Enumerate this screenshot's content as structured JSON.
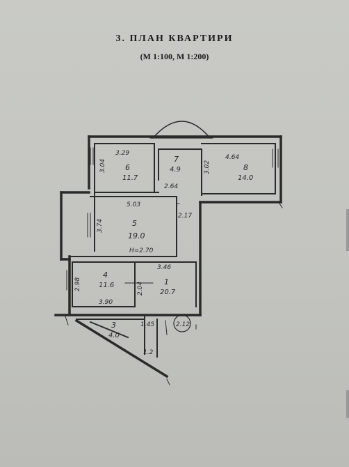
{
  "document": {
    "title": "3. ПЛАН  КВАРТИРИ",
    "subtitle": "(М 1:100, М 1:200)"
  },
  "rooms": [
    {
      "number": "1",
      "area": "20.7"
    },
    {
      "number": "3",
      "area": "4.0"
    },
    {
      "number": "4",
      "area": "11.6"
    },
    {
      "number": "5",
      "area": "19.0"
    },
    {
      "number": "6",
      "area": "11.7"
    },
    {
      "number": "7",
      "area": "4.9"
    },
    {
      "number": "8",
      "area": "14.0"
    }
  ],
  "dimensions": {
    "d6_width": "3.29",
    "d6_depth": "3.04",
    "d7_width": "2.64",
    "d8_depth": "3.02",
    "d8_width": "4.64",
    "d5_width": "5.03",
    "d5_depth": "3.74",
    "d_corridor": "2.17",
    "height": "H=2.70",
    "d1_width": "3.46",
    "d1_depth": "2.04",
    "d4_depth": "2.98",
    "d4_width": "3.90",
    "d_hall": "1.45",
    "d_small": "1.2",
    "d_circle": "2.12"
  }
}
